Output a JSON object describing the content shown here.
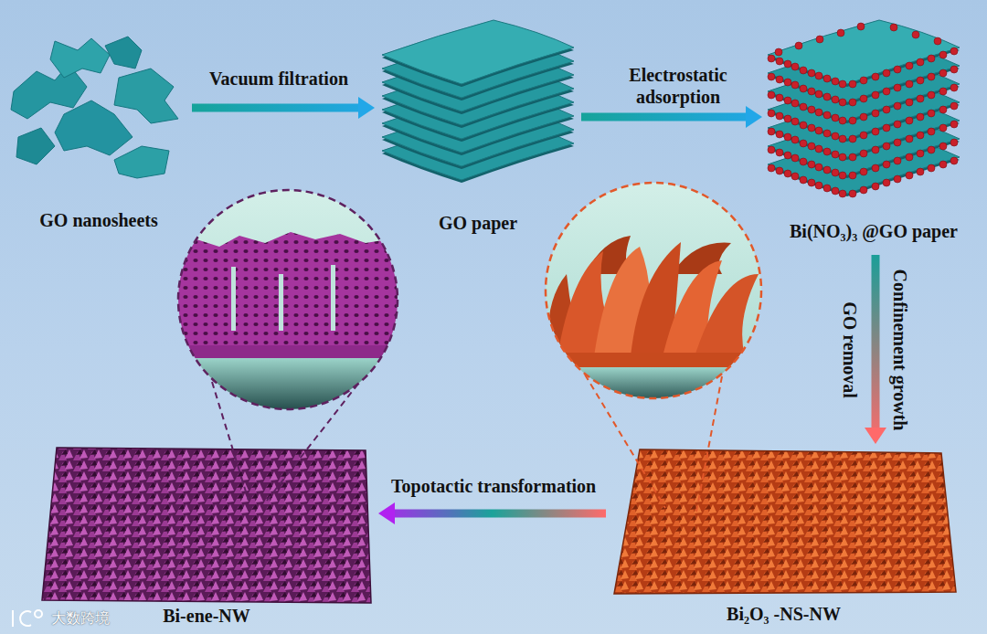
{
  "diagram": {
    "nodes": [
      {
        "text": [
          "GO nanosheets"
        ]
      },
      {
        "text": [
          "GO paper"
        ]
      },
      {
        "text": [
          "Bi(NO₃)₃ @GO paper"
        ]
      },
      {
        "text": [
          "Bi₂O₃ -NS-NW"
        ]
      },
      {
        "text": [
          "Bi-ene-NW"
        ]
      }
    ],
    "edges": [
      {
        "from": 0,
        "to": 1,
        "arrow": "to",
        "label": "Vacuum filtration"
      },
      {
        "from": 1,
        "to": 2,
        "arrow": "to",
        "label": "Electrostatic adsorption"
      },
      {
        "from": 2,
        "to": 3,
        "arrow": "to",
        "label": "Confinement growth"
      },
      {
        "from": 3,
        "to": 4,
        "arrow": "to",
        "label": "Topotactic transformation"
      }
    ],
    "labels": [
      "GO removal",
      "大数跨境"
    ]
  }
}
